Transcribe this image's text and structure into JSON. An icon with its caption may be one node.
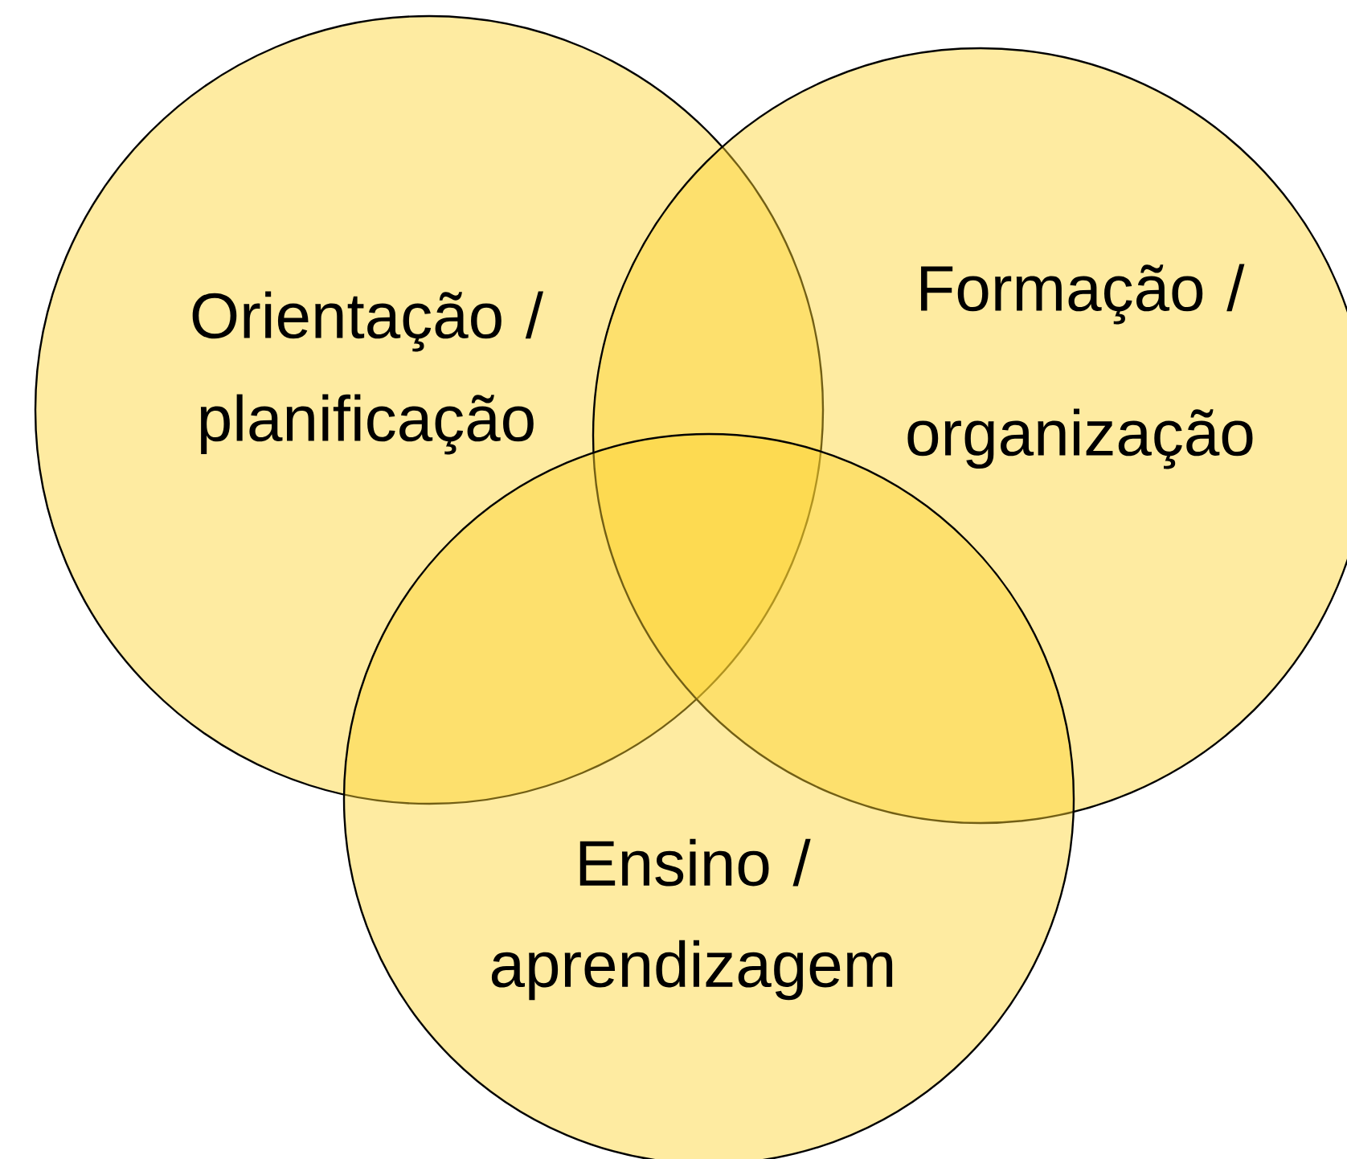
{
  "diagram": {
    "nodes": [
      {
        "text": [
          "Orientação / planificação"
        ]
      },
      {
        "text": [
          "Formação / organização"
        ]
      },
      {
        "text": [
          "Ensino / aprendizagem"
        ]
      }
    ]
  }
}
